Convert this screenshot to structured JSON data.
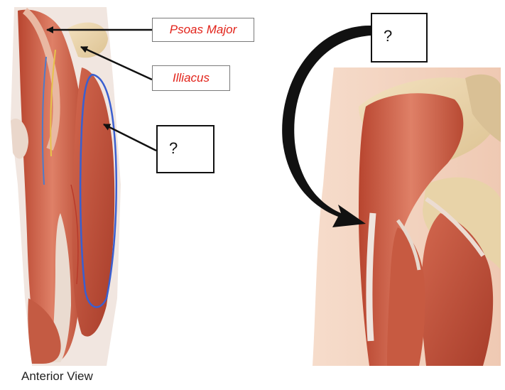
{
  "labels": {
    "psoas_major": "Psoas Major",
    "illiacus": "Illiacus",
    "unknown_left": "?",
    "unknown_right": "?"
  },
  "caption": "Anterior View",
  "icons": [
    "arrow-icon",
    "curved-arrow-icon"
  ],
  "colors": {
    "label_text": "#e2231a",
    "muscle": "#c8573f",
    "muscle_light": "#e0866f",
    "outline_blue": "#3a5fd0"
  }
}
